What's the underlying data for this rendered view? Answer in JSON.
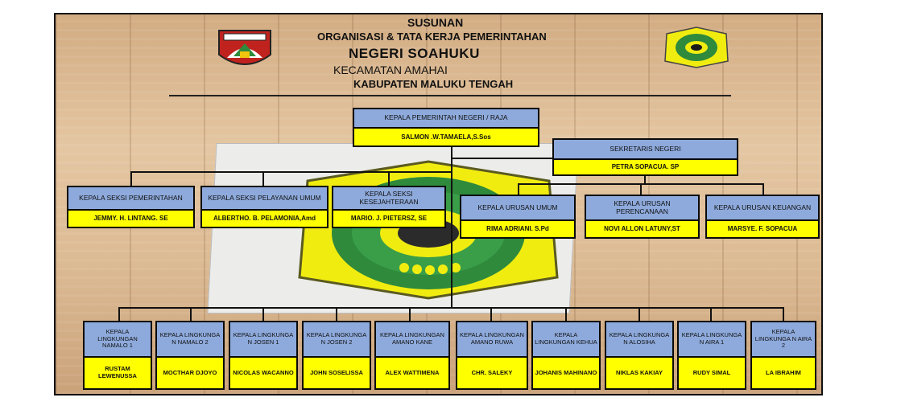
{
  "header": {
    "line1": "SUSUNAN",
    "line2": "ORGANISASI & TATA KERJA PEMERINTAHAN",
    "line3": "NEGERI SOAHUKU",
    "line4": "KECAMATAN AMAHAI",
    "line5": "KABUPATEN MALUKU TENGAH"
  },
  "colors": {
    "role_fill": "#8eaadc",
    "name_fill": "#ffff00",
    "border": "#0a0a0a"
  },
  "icons": {
    "left_logo": "kabupaten-crest-icon",
    "right_logo": "provincial-emblem-icon"
  },
  "head": {
    "role": "KEPALA PEMERINTAH NEGERI / RAJA",
    "name": "SALMON .W.TAMAELA,S.Sos"
  },
  "secretary": {
    "role": "SEKRETARIS NEGERI",
    "name": "PETRA SOPACUA. SP"
  },
  "sections": [
    {
      "role": "KEPALA SEKSI PEMERINTAHAN",
      "name": "JEMMY. H. LINTANG. SE"
    },
    {
      "role": "KEPALA SEKSI PELAYANAN UMUM",
      "name": "ALBERTHO. B. PELAMONIA,Amd"
    },
    {
      "role": "KEPALA SEKSI KESEJAHTERAAN",
      "name": "MARIO. J. PIETERSZ, SE"
    }
  ],
  "affairs": [
    {
      "role": "KEPALA URUSAN UMUM",
      "name": "RIMA ADRIANI. S.Pd"
    },
    {
      "role": "KEPALA URUSAN PERENCANAAN",
      "name": "NOVI ALLON LATUNY,ST"
    },
    {
      "role": "KEPALA URUSAN KEUANGAN",
      "name": "MARSYE.  F. SOPACUA"
    }
  ],
  "environments": [
    {
      "role": "KEPALA LINGKUNGAN NAMALO 1",
      "name": "RUSTAM LEWENUSSA"
    },
    {
      "role": "KEPALA LINGKUNGA N NAMALO 2",
      "name": "MOCTHAR DJOYO"
    },
    {
      "role": "KEPALA LINGKUNGA N JOSEN 1",
      "name": "NICOLAS WACANNO"
    },
    {
      "role": "KEPALA LINGKUNGA N JOSEN 2",
      "name": "JOHN SOSELISSA"
    },
    {
      "role": "KEPALA LINGKUNGAN AMANO KANE",
      "name": "ALEX WATTIMENA"
    },
    {
      "role": "KEPALA LINGKUNGAN AMANO RUWA",
      "name": "CHR. SALEKY"
    },
    {
      "role": "KEPALA LINGKUNGAN KEHUA",
      "name": "JOHANIS MAHINANO"
    },
    {
      "role": "KEPALA LINGKUNGA N ALOSIHA",
      "name": "NIKLAS KAKIAY"
    },
    {
      "role": "KEPALA LINGKUNGA N AIRA 1",
      "name": "RUDY SIMAL"
    },
    {
      "role": "KEPALA LINGKUNGA N AIRA 2",
      "name": "LA IBRAHIM"
    }
  ]
}
